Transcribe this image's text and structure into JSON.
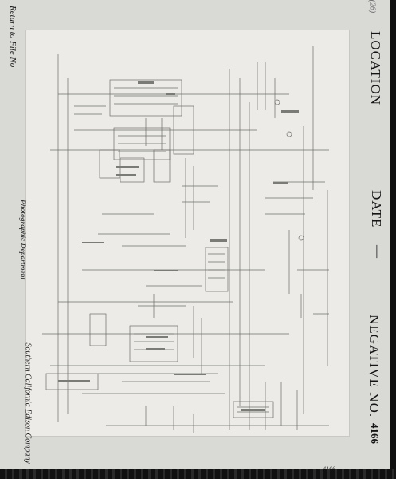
{
  "card": {
    "return_label": "Return to File No",
    "department": "Photographic Department",
    "company": "Southern California Edison Company",
    "location_label": "LOCATION",
    "date_label": "DATE",
    "date_dash": "—",
    "negative_label": "NEGATIVE NO.",
    "negative_number": "4166",
    "top_pencil": "(26)",
    "print_corner_number": "4166"
  }
}
